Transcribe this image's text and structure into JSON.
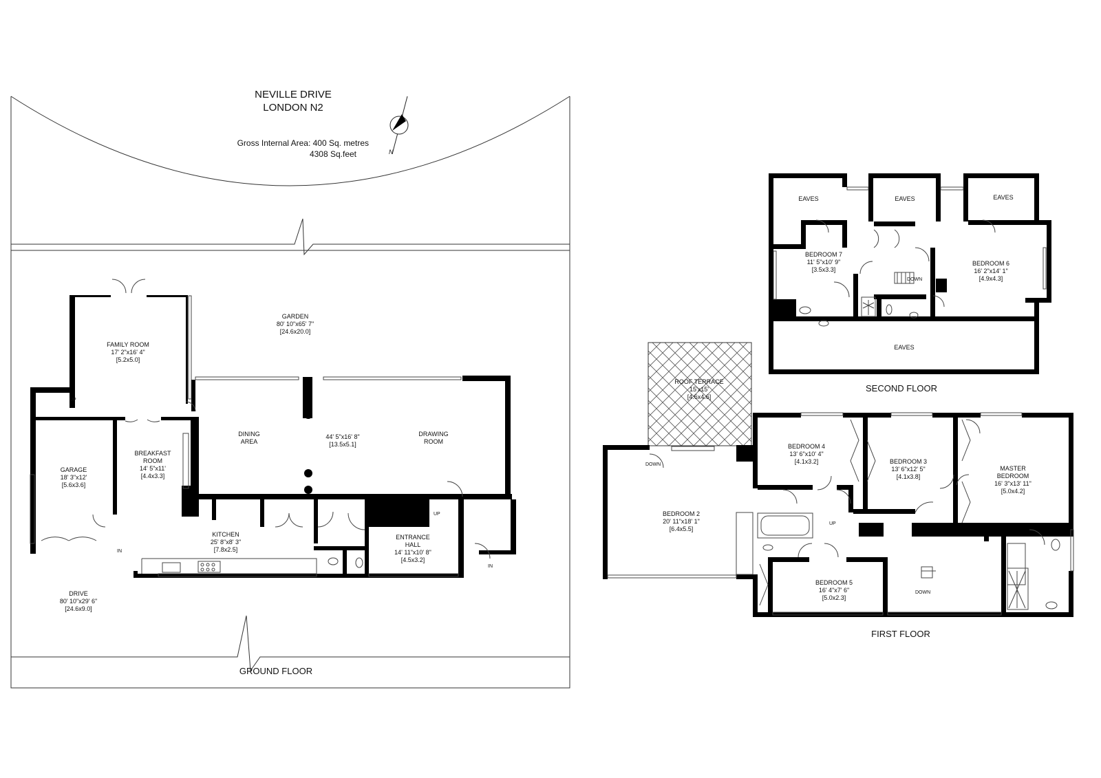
{
  "header": {
    "title_line1": "NEVILLE DRIVE",
    "title_line2": "LONDON N2",
    "gia_line1": "Gross Internal Area: 400 Sq. metres",
    "gia_line2": "4308 Sq.feet",
    "north": "N"
  },
  "floors": {
    "ground": "GROUND FLOOR",
    "first": "FIRST FLOOR",
    "second": "SECOND FLOOR"
  },
  "ground_rooms": {
    "garden": {
      "name": "GARDEN",
      "imperial": "80' 10\"x65' 7\"",
      "metric": "[24.6x20.0]"
    },
    "family": {
      "name": "FAMILY ROOM",
      "imperial": "17' 2\"x16' 4\"",
      "metric": "[5.2x5.0]"
    },
    "dining": {
      "name1": "DINING",
      "name2": "AREA"
    },
    "living": {
      "imperial": "44' 5\"x16' 8\"",
      "metric": "[13.5x5.1]"
    },
    "drawing": {
      "name1": "DRAWING",
      "name2": "ROOM"
    },
    "garage": {
      "name": "GARAGE",
      "imperial": "18' 3\"x12'",
      "metric": "[5.6x3.6]"
    },
    "breakfast": {
      "name1": "BREAKFAST",
      "name2": "ROOM",
      "imperial": "14' 5\"x11'",
      "metric": "[4.4x3.3]"
    },
    "kitchen": {
      "name": "KITCHEN",
      "imperial": "25' 8\"x8' 3\"",
      "metric": "[7.8x2.5]"
    },
    "entrance": {
      "name1": "ENTRANCE",
      "name2": "HALL",
      "imperial": "14' 11\"x10' 8\"",
      "metric": "[4.5x3.2]"
    },
    "drive": {
      "name": "DRIVE",
      "imperial": "80' 10\"x29' 6\"",
      "metric": "[24.6x9.0]"
    }
  },
  "first_rooms": {
    "terrace": {
      "name": "ROOF TERRACE",
      "imperial": "15'x15'",
      "metric": "[4.6x4.6]"
    },
    "bed2": {
      "name": "BEDROOM 2",
      "imperial": "20' 11\"x18' 1\"",
      "metric": "[6.4x5.5]"
    },
    "bed4": {
      "name": "BEDROOM 4",
      "imperial": "13' 6\"x10' 4\"",
      "metric": "[4.1x3.2]"
    },
    "bed3": {
      "name": "BEDROOM 3",
      "imperial": "13' 6\"x12' 5\"",
      "metric": "[4.1x3.8]"
    },
    "master": {
      "name1": "MASTER",
      "name2": "BEDROOM",
      "imperial": "16' 3\"x13' 11\"",
      "metric": "[5.0x4.2]"
    },
    "bed5": {
      "name": "BEDROOM 5",
      "imperial": "16' 4\"x7' 6\"",
      "metric": "[5.0x2.3]"
    }
  },
  "second_rooms": {
    "eaves": "EAVES",
    "bed7": {
      "name": "BEDROOM 7",
      "imperial": "11' 5\"x10' 9\"",
      "metric": "[3.5x3.3]"
    },
    "bed6": {
      "name": "BEDROOM 6",
      "imperial": "16' 2\"x14' 1\"",
      "metric": "[4.9x4.3]"
    }
  },
  "markers": {
    "up": "UP",
    "down": "DOWN",
    "in": "IN"
  }
}
